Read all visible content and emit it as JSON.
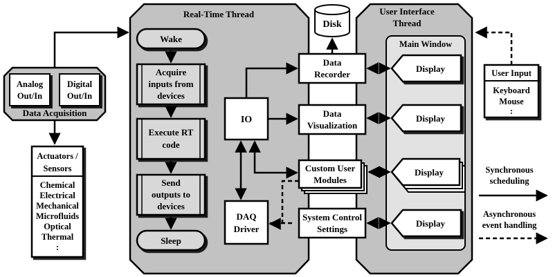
{
  "rt_thread": {
    "title": "Real-Time Thread",
    "wake": "Wake",
    "acquire": [
      "Acquire",
      "inputs from",
      "devices"
    ],
    "execute": [
      "Execute RT",
      "code"
    ],
    "send": [
      "Send",
      "outputs to",
      "devices"
    ],
    "sleep": "Sleep",
    "io": "IO",
    "daq": [
      "DAQ",
      "Driver"
    ],
    "recorder": [
      "Data",
      "Recorder"
    ],
    "visualization": [
      "Data",
      "Visualization"
    ],
    "custom": [
      "Custom User",
      "Modules"
    ],
    "system": [
      "System Control",
      "Settings"
    ]
  },
  "disk": "Disk",
  "ui_thread": {
    "title": [
      "User Interface",
      "Thread"
    ],
    "main_window": "Main Window",
    "display": "Display"
  },
  "data_acquisition": {
    "title": "Data Acquisition",
    "analog": [
      "Analog",
      "Out/In"
    ],
    "digital": [
      "Digital",
      "Out/In"
    ]
  },
  "actuators": {
    "title": [
      "Actuators /",
      "Sensors"
    ],
    "items": [
      "Chemical",
      "Electrical",
      "Mechanical",
      "Microfluids",
      "Optical",
      "Thermal",
      ":"
    ]
  },
  "user_input": {
    "title": "User Input",
    "items": [
      "Keyboard",
      "Mouse",
      ":"
    ]
  },
  "legend": {
    "sync": [
      "Synchronous",
      "scheduling"
    ],
    "async": [
      "Asynchronous",
      "event handling"
    ]
  }
}
